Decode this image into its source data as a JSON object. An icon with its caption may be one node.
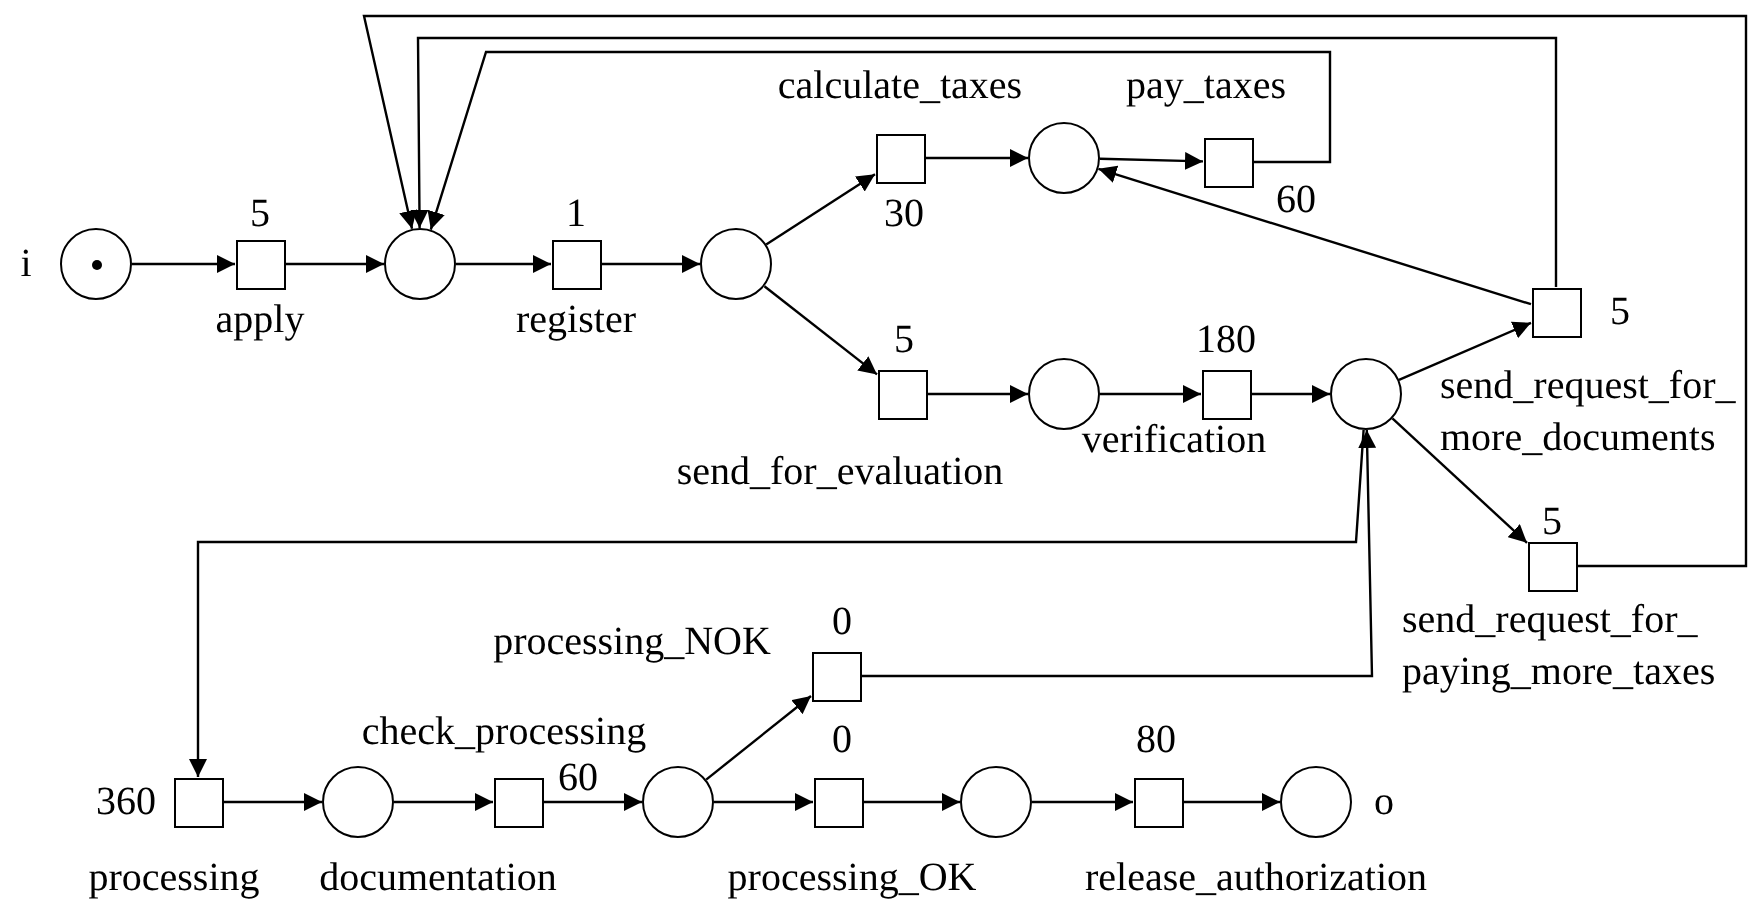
{
  "diagram": {
    "nodes": [
      {
        "text": [],
        "shape": "circle",
        "beside": [
          "i"
        ]
      },
      {
        "text": [],
        "shape": "box",
        "beside": [
          "5",
          "apply"
        ]
      },
      {
        "text": [],
        "shape": "circle"
      },
      {
        "text": [],
        "shape": "box",
        "beside": [
          "1",
          "register"
        ]
      },
      {
        "text": [],
        "shape": "circle"
      },
      {
        "text": [],
        "shape": "box",
        "beside": [
          "calculate_taxes",
          "30"
        ]
      },
      {
        "text": [],
        "shape": "circle"
      },
      {
        "text": [],
        "shape": "box",
        "beside": [
          "pay_taxes",
          "60"
        ]
      },
      {
        "text": [],
        "shape": "box",
        "beside": [
          "5",
          "send_for_evaluation"
        ]
      },
      {
        "text": [],
        "shape": "circle"
      },
      {
        "text": [],
        "shape": "box",
        "beside": [
          "180",
          "verification"
        ]
      },
      {
        "text": [],
        "shape": "circle"
      },
      {
        "text": [],
        "shape": "box",
        "beside": [
          "5",
          "send_request_for_ more_documents"
        ]
      },
      {
        "text": [],
        "shape": "box",
        "beside": [
          "5",
          "send_request_for_ paying_more_taxes"
        ]
      },
      {
        "text": [],
        "shape": "box",
        "beside": [
          "processing_NOK",
          "0"
        ]
      },
      {
        "text": [],
        "shape": "box",
        "beside": [
          "360",
          "processing"
        ]
      },
      {
        "text": [],
        "shape": "circle",
        "beside": [
          "documentation"
        ]
      },
      {
        "text": [],
        "shape": "box",
        "beside": [
          "check_processing",
          "60"
        ]
      },
      {
        "text": [],
        "shape": "circle"
      },
      {
        "text": [],
        "shape": "box",
        "beside": [
          "0",
          "processing_OK"
        ]
      },
      {
        "text": [],
        "shape": "circle"
      },
      {
        "text": [],
        "shape": "box",
        "beside": [
          "80",
          "release_authorization"
        ]
      },
      {
        "text": [],
        "shape": "circle",
        "beside": [
          "o"
        ]
      }
    ],
    "edges": [
      {
        "from": 0,
        "to": 1,
        "arrow": "to"
      },
      {
        "from": 1,
        "to": 2,
        "arrow": "to"
      },
      {
        "from": 2,
        "to": 3,
        "arrow": "to"
      },
      {
        "from": 3,
        "to": 4,
        "arrow": "to"
      },
      {
        "from": 4,
        "to": 5,
        "arrow": "to"
      },
      {
        "from": 4,
        "to": 8,
        "arrow": "to"
      },
      {
        "from": 5,
        "to": 6,
        "arrow": "to"
      },
      {
        "from": 6,
        "to": 7,
        "arrow": "to"
      },
      {
        "from": 7,
        "to": 2,
        "arrow": "to"
      },
      {
        "from": 8,
        "to": 9,
        "arrow": "to"
      },
      {
        "from": 9,
        "to": 10,
        "arrow": "to"
      },
      {
        "from": 10,
        "to": 11,
        "arrow": "to"
      },
      {
        "from": 11,
        "to": 12,
        "arrow": "to"
      },
      {
        "from": 11,
        "to": 13,
        "arrow": "to"
      },
      {
        "from": 12,
        "to": 6,
        "arrow": "to"
      },
      {
        "from": 12,
        "to": 2,
        "arrow": "to"
      },
      {
        "from": 13,
        "to": 2,
        "arrow": "to"
      },
      {
        "from": 11,
        "to": 15,
        "arrow": "to"
      },
      {
        "from": 14,
        "to": 11,
        "arrow": "to"
      },
      {
        "from": 15,
        "to": 16,
        "arrow": "to"
      },
      {
        "from": 16,
        "to": 17,
        "arrow": "to"
      },
      {
        "from": 17,
        "to": 18,
        "arrow": "to"
      },
      {
        "from": 18,
        "to": 14,
        "arrow": "to"
      },
      {
        "from": 18,
        "to": 19,
        "arrow": "to"
      },
      {
        "from": 19,
        "to": 20,
        "arrow": "to"
      },
      {
        "from": 20,
        "to": 21,
        "arrow": "to"
      },
      {
        "from": 21,
        "to": 22,
        "arrow": "to"
      }
    ]
  }
}
